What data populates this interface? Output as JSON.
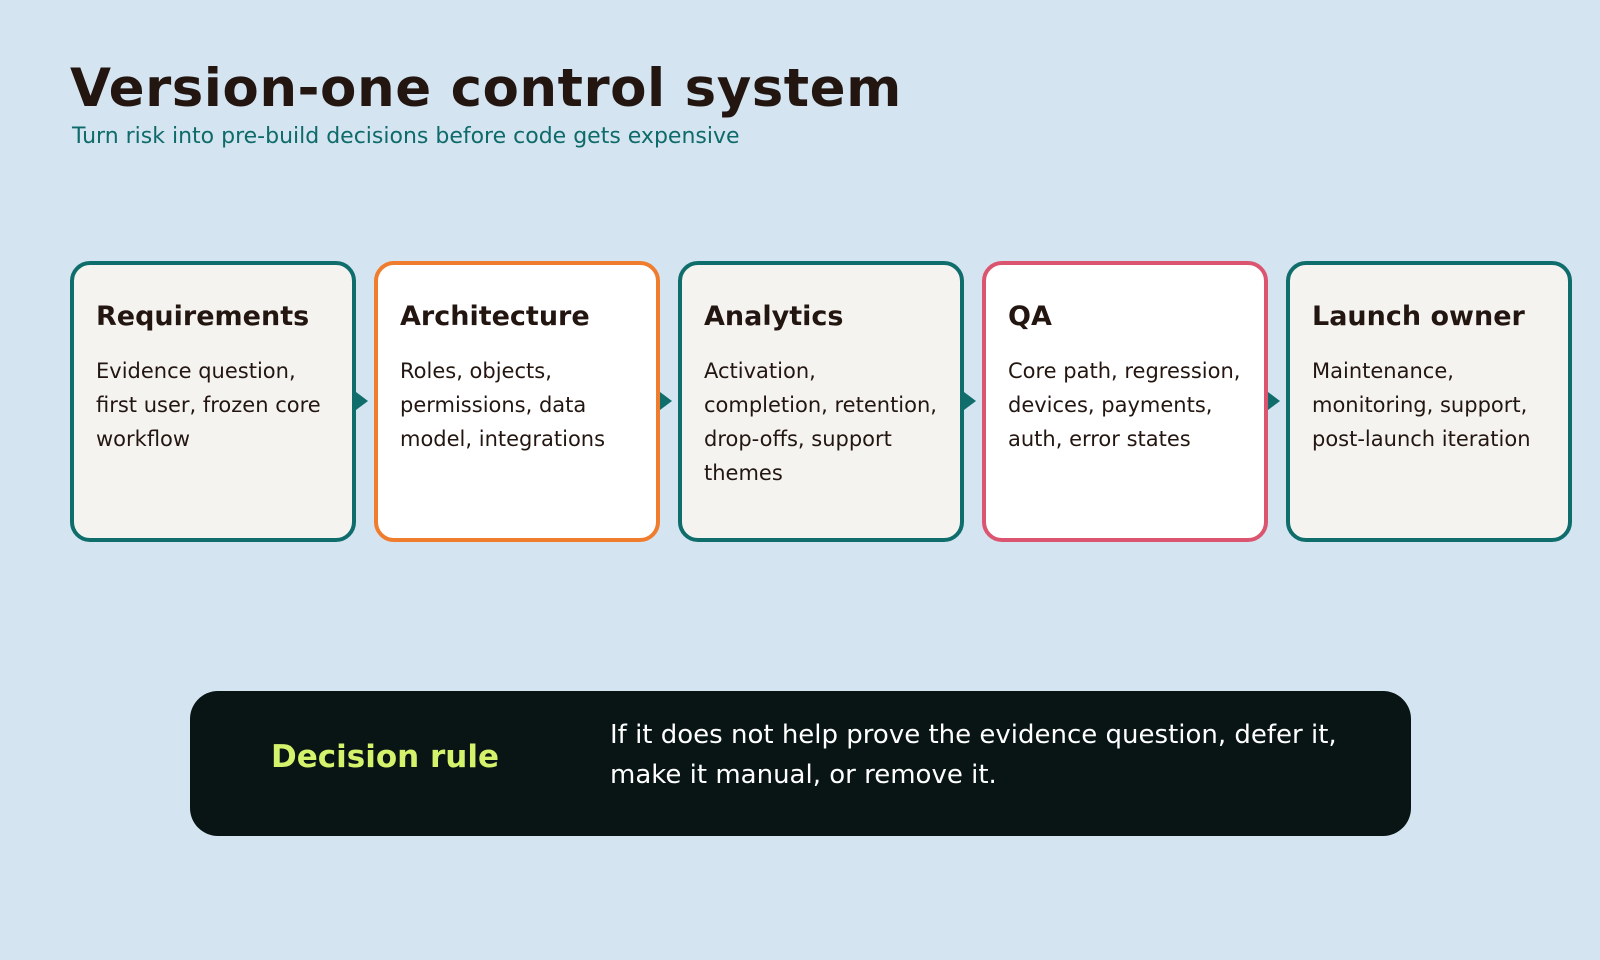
{
  "header": {
    "title": "Version-one control system",
    "subtitle": "Turn risk into pre-build decisions before code gets expensive"
  },
  "flow": {
    "steps": [
      {
        "title": "Requirements",
        "body": "Evidence question, first user, frozen core workflow",
        "border_color": "#0f6e6c",
        "fill": "#f4f3ef"
      },
      {
        "title": "Architecture",
        "body": "Roles, objects, permissions, data model, integrations",
        "border_color": "#f07c2e",
        "fill": "#ffffff"
      },
      {
        "title": "Analytics",
        "body": "Activation, completion, retention, drop-offs, support themes",
        "border_color": "#0f6e6c",
        "fill": "#f4f3ef"
      },
      {
        "title": "QA",
        "body": "Core path, regression, devices, payments, auth, error states",
        "border_color": "#dc5570",
        "fill": "#ffffff"
      },
      {
        "title": "Launch owner",
        "body": "Maintenance, monitoring, support, post-launch iteration",
        "border_color": "#0f6e6c",
        "fill": "#f4f3ef"
      }
    ],
    "connector_color": "#0f6e6c"
  },
  "decision_rule": {
    "label": "Decision rule",
    "text": "If it does not help prove the evidence question, defer it, make it manual, or remove it."
  },
  "colors": {
    "background": "#d4e4f1",
    "accent_teal": "#0f6e6c",
    "accent_lime": "#d4f26b",
    "rule_box": "#081514"
  }
}
